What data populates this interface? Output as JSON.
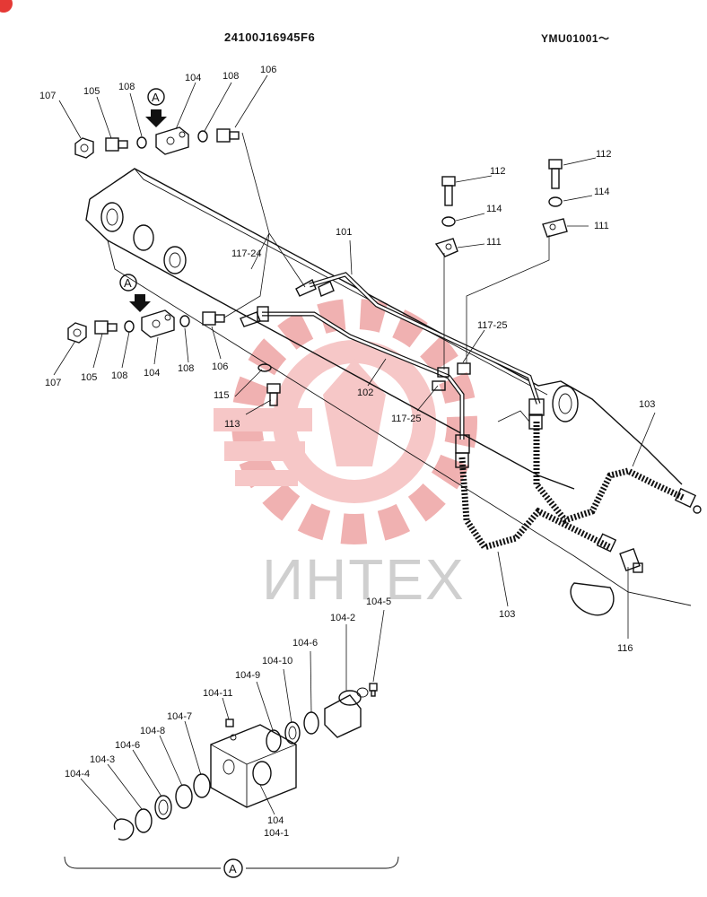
{
  "header": {
    "drawing_number": "24100J16945F6",
    "serial": "YMU01001～"
  },
  "watermark": {
    "text": "ИНТЕХ",
    "color": "#e53935"
  },
  "view_marker": "A",
  "labels": {
    "l101": "101",
    "l102": "102",
    "l103a": "103",
    "l103b": "103",
    "l104a": "104",
    "l104b": "104",
    "l104c": "104",
    "l104_1": "104-1",
    "l104_2": "104-2",
    "l104_3": "104-3",
    "l104_4": "104-4",
    "l104_5": "104-5",
    "l104_6a": "104-6",
    "l104_6b": "104-6",
    "l104_7": "104-7",
    "l104_8": "104-8",
    "l104_9": "104-9",
    "l104_10": "104-10",
    "l104_11": "104-11",
    "l105a": "105",
    "l105b": "105",
    "l106a": "106",
    "l106b": "106",
    "l107a": "107",
    "l107b": "107",
    "l108a": "108",
    "l108b": "108",
    "l108c": "108",
    "l108d": "108",
    "l111a": "111",
    "l111b": "111",
    "l112a": "112",
    "l112b": "112",
    "l113": "113",
    "l114a": "114",
    "l114b": "114",
    "l115": "115",
    "l116": "116",
    "l117_24": "117-24",
    "l117_25a": "117-25",
    "l117_25b": "117-25"
  }
}
